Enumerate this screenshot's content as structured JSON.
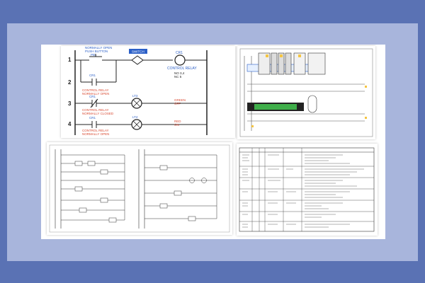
{
  "ladder": {
    "rungs": [
      "1",
      "2",
      "3",
      "4"
    ],
    "pb_label_1": "NORMALLY OPEN",
    "pb_label_2": "PUSH BUTTON",
    "pb_tag": "PB1",
    "ls_tag": "SWITCH",
    "cr1_coil": "CR1",
    "cr1_coil_label": "CONTROL RELAY",
    "cr1_contacts": "NO 3,4",
    "cr1_contacts_2": "NC 5",
    "rung2_contact": "CR1",
    "rung2_label_1": "CONTROL RELAY",
    "rung2_label_2": "NORMALLY OPEN",
    "rung3_contact": "CR1",
    "rung3_label_1": "CONTROL RELAY",
    "rung3_label_2": "NORMALLY CLOSED",
    "lt3": "LT3",
    "lt3_label_1": "GREEN",
    "lt3_label_2": "OFF",
    "rung4_contact": "CR1",
    "rung4_label_1": "CONTROL RELAY",
    "rung4_label_2": "NORMALLY OPEN",
    "lt4": "LT4",
    "lt4_label_1": "RED",
    "lt4_label_2": "ON"
  },
  "colors": {
    "outer_bg": "#5a72b4",
    "inner_bg": "#a8b5dc",
    "accent_blue": "#2b5fc7",
    "accent_red": "#d94a32",
    "wire": "#222222"
  }
}
